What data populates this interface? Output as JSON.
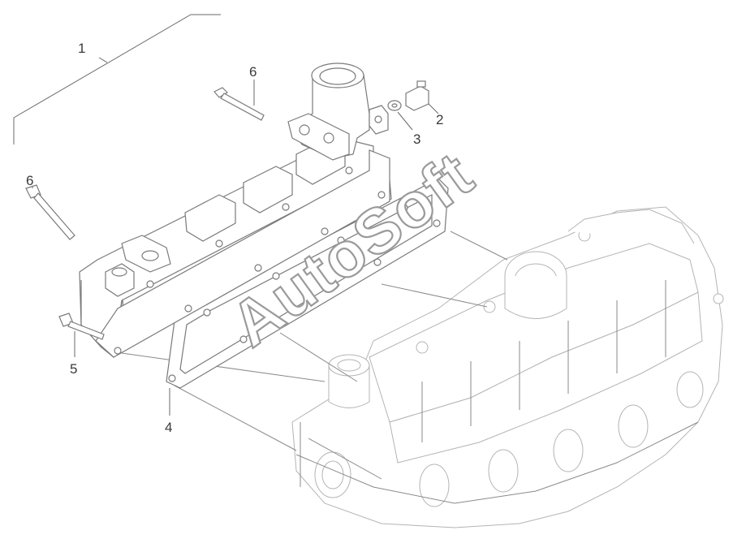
{
  "diagram": {
    "callouts": [
      {
        "id": "1",
        "text": "1"
      },
      {
        "id": "2",
        "text": "2"
      },
      {
        "id": "3",
        "text": "3"
      },
      {
        "id": "4",
        "text": "4"
      },
      {
        "id": "5",
        "text": "5"
      },
      {
        "id": "6a",
        "text": "6"
      },
      {
        "id": "6b",
        "text": "6"
      }
    ],
    "watermark": "AutoSoft"
  }
}
